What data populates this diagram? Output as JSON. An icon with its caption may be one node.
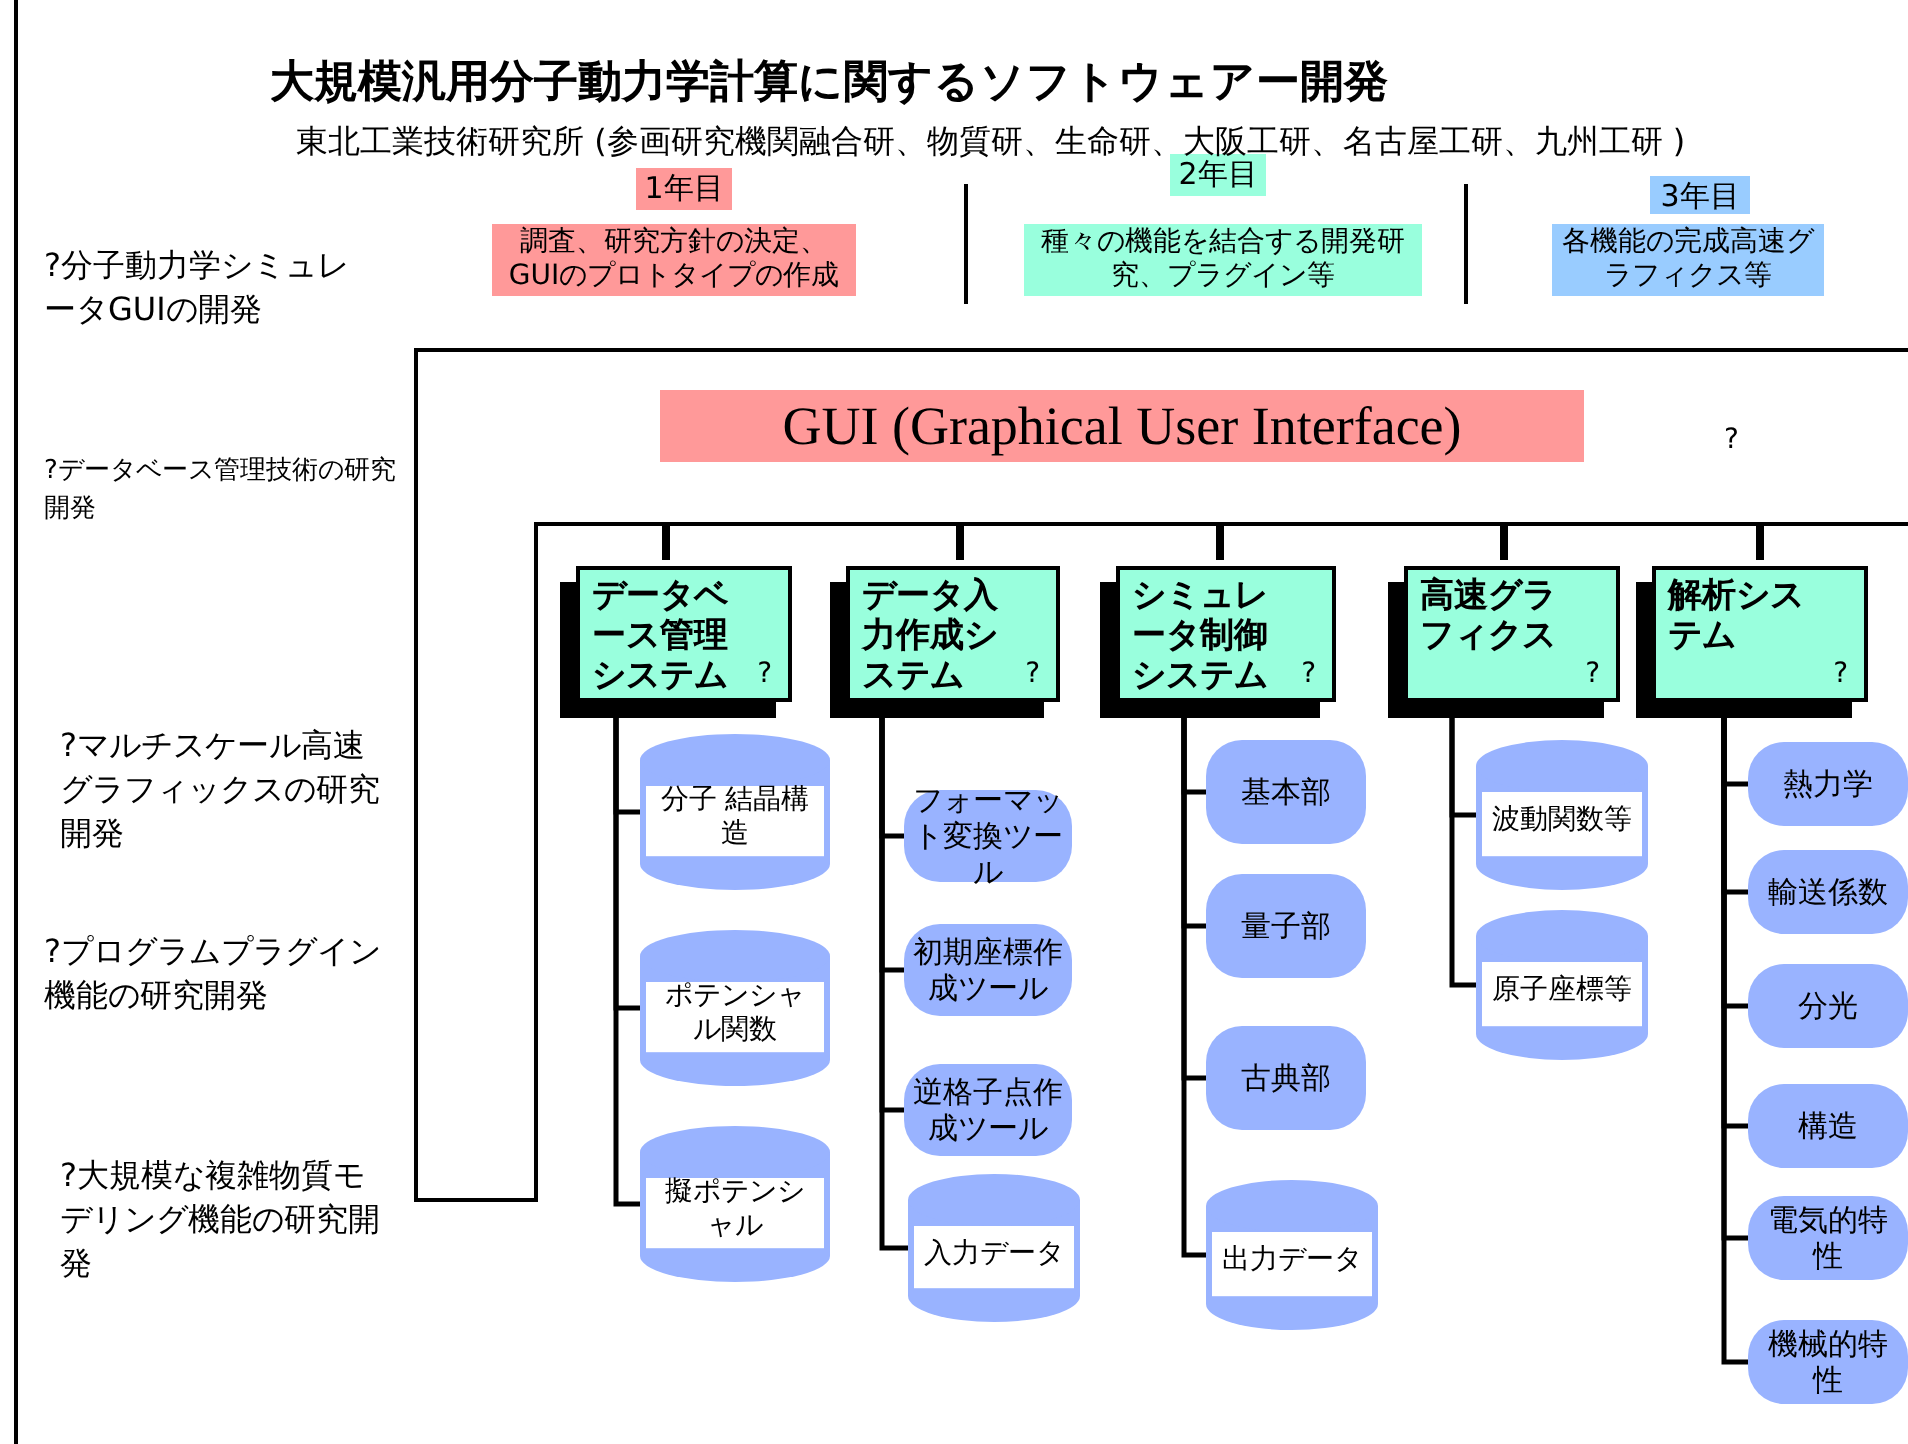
{
  "diagram": {
    "title": "大規模汎用分子動力学計算に関するソフトウェアー開発",
    "nodes": [
      {
        "text": [
          "1年目"
        ]
      },
      {
        "text": [
          "調査、研究方針の決定、GUIのプロトタイプの作成"
        ]
      },
      {
        "text": [
          "2年目"
        ]
      },
      {
        "text": [
          "種々の機能を結合する開発研究、プラグイン等"
        ]
      },
      {
        "text": [
          "3年目"
        ]
      },
      {
        "text": [
          "各機能の完成高速グラフィクス等"
        ]
      },
      {
        "text": [
          "GUI (Graphical User Interface)"
        ]
      },
      {
        "text": [
          "データベース管理システム",
          "?"
        ]
      },
      {
        "text": [
          "データ入力作成システム",
          "?"
        ]
      },
      {
        "text": [
          "シミュレータ制御システム",
          "?"
        ]
      },
      {
        "text": [
          "高速グラフィクス",
          "?"
        ]
      },
      {
        "text": [
          "解析システム",
          "?"
        ]
      },
      {
        "text": [
          "分子 結晶構造"
        ]
      },
      {
        "text": [
          "ポテンシャル関数"
        ]
      },
      {
        "text": [
          "擬ポテンシャル"
        ]
      },
      {
        "text": [
          "フォーマット変換ツール"
        ]
      },
      {
        "text": [
          "初期座標作成ツール"
        ]
      },
      {
        "text": [
          "逆格子点作成ツール"
        ]
      },
      {
        "text": [
          "入力データ"
        ]
      },
      {
        "text": [
          "基本部"
        ]
      },
      {
        "text": [
          "量子部"
        ]
      },
      {
        "text": [
          "古典部"
        ]
      },
      {
        "text": [
          "出力データ"
        ]
      },
      {
        "text": [
          "波動関数等"
        ]
      },
      {
        "text": [
          "原子座標等"
        ]
      },
      {
        "text": [
          "熱力学"
        ]
      },
      {
        "text": [
          "輸送係数"
        ]
      },
      {
        "text": [
          "分光"
        ]
      },
      {
        "text": [
          "構造"
        ]
      },
      {
        "text": [
          "電気的特性"
        ]
      },
      {
        "text": [
          "機械的特性"
        ]
      }
    ],
    "edges": [
      {
        "from": 7,
        "to": 12,
        "arrow": "none"
      },
      {
        "from": 7,
        "to": 13,
        "arrow": "none"
      },
      {
        "from": 7,
        "to": 14,
        "arrow": "none"
      },
      {
        "from": 8,
        "to": 15,
        "arrow": "none"
      },
      {
        "from": 8,
        "to": 16,
        "arrow": "none"
      },
      {
        "from": 8,
        "to": 17,
        "arrow": "none"
      },
      {
        "from": 8,
        "to": 18,
        "arrow": "none"
      },
      {
        "from": 9,
        "to": 19,
        "arrow": "none"
      },
      {
        "from": 9,
        "to": 20,
        "arrow": "none"
      },
      {
        "from": 9,
        "to": 21,
        "arrow": "none"
      },
      {
        "from": 9,
        "to": 22,
        "arrow": "none"
      },
      {
        "from": 10,
        "to": 23,
        "arrow": "none"
      },
      {
        "from": 10,
        "to": 24,
        "arrow": "none"
      },
      {
        "from": 11,
        "to": 25,
        "arrow": "none"
      },
      {
        "from": 11,
        "to": 26,
        "arrow": "none"
      },
      {
        "from": 11,
        "to": 27,
        "arrow": "none"
      },
      {
        "from": 11,
        "to": 28,
        "arrow": "none"
      },
      {
        "from": 11,
        "to": 29,
        "arrow": "none"
      },
      {
        "from": 11,
        "to": 30,
        "arrow": "none"
      }
    ],
    "labels": [
      "東北工業技術研究所 (参画研究機関融合研、物質研、生命研、大阪工研、名古屋工研、九州工研 )",
      "?分子動力学シミュレータGUIの開発",
      "?データベース管理技術の研究開発",
      "?",
      "?マルチスケール高速グラフィックスの研究開発",
      "?プログラムプラグイン機能の研究開発",
      "?大規模な複雑物質モデリング機能の研究開発"
    ]
  }
}
